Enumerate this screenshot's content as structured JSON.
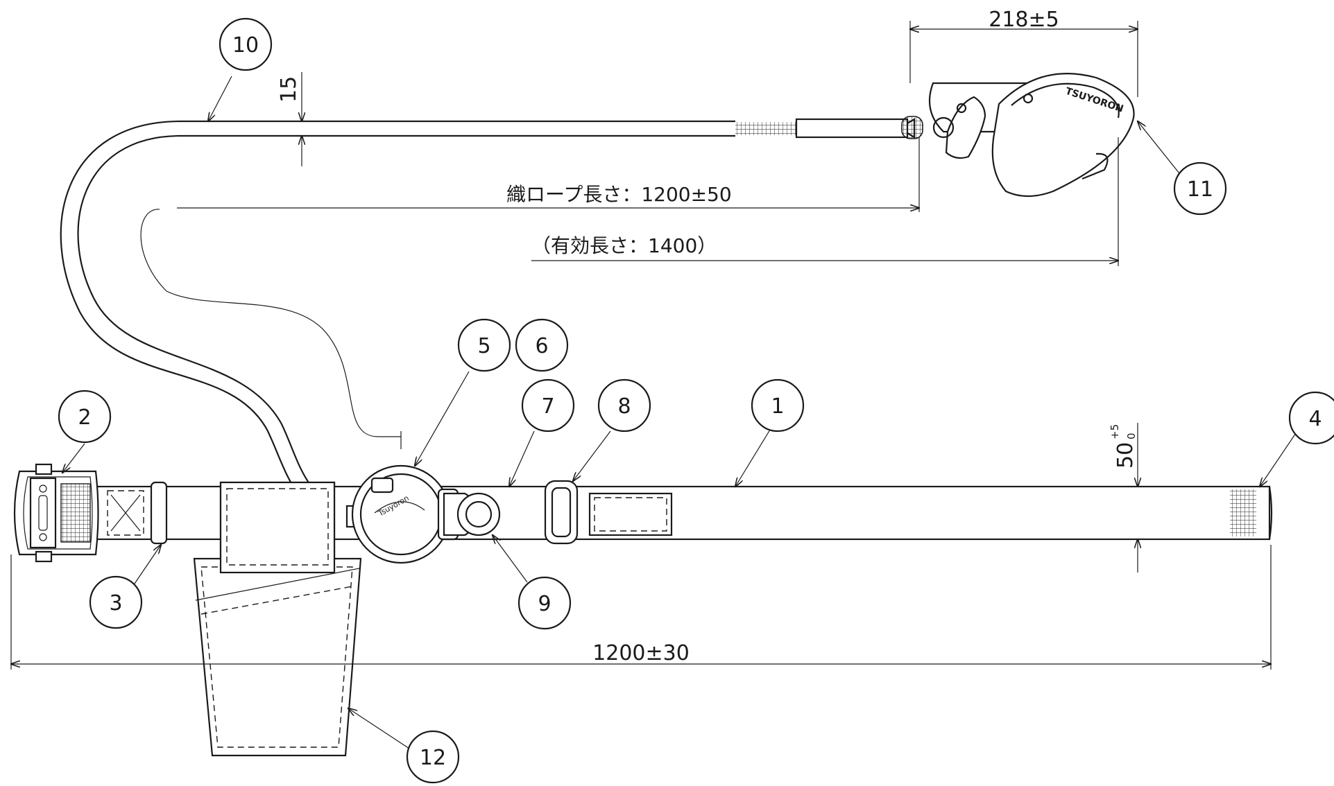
{
  "part_labels": [
    "1",
    "2",
    "3",
    "4",
    "5",
    "6",
    "7",
    "8",
    "9",
    "10",
    "11",
    "12"
  ],
  "dimensions": {
    "hook_width": "218±5",
    "rope_diameter": "15",
    "rope_length": "織ロープ長さ：1200±50",
    "effective_length": "（有効長さ：1400）",
    "belt_width_base": "50",
    "belt_width_tol_upper": "+5",
    "belt_width_tol_lower": "0",
    "belt_length": "1200±30"
  },
  "hook_brand": "TSUYORON"
}
